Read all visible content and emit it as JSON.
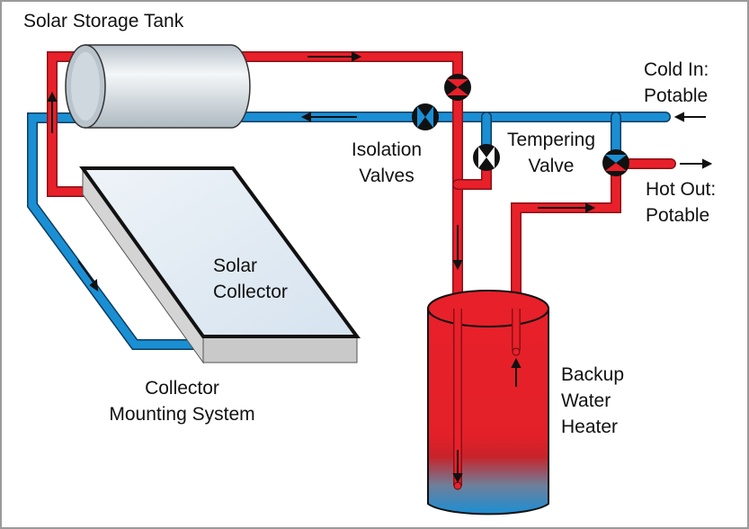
{
  "title": "Solar Storage Tank",
  "labels": {
    "storage_tank": "Solar Storage Tank",
    "isolation_valves": [
      "Isolation",
      "Valves"
    ],
    "tempering_valve": [
      "Tempering",
      "Valve"
    ],
    "cold_in": [
      "Cold In:",
      "Potable"
    ],
    "hot_out": [
      "Hot Out:",
      "Potable"
    ],
    "solar_collector": [
      "Solar",
      "Collector"
    ],
    "mounting_system": [
      "Collector",
      "Mounting System"
    ],
    "backup_heater": [
      "Backup",
      "Water",
      "Heater"
    ]
  },
  "colors": {
    "hot_pipe": "#e8202a",
    "cold_pipe": "#1b8fd4",
    "outline": "#111111",
    "tank_body": "#d8e0e6",
    "collector_glass": "#dde8f2",
    "collector_side": "#c9c9c9"
  }
}
